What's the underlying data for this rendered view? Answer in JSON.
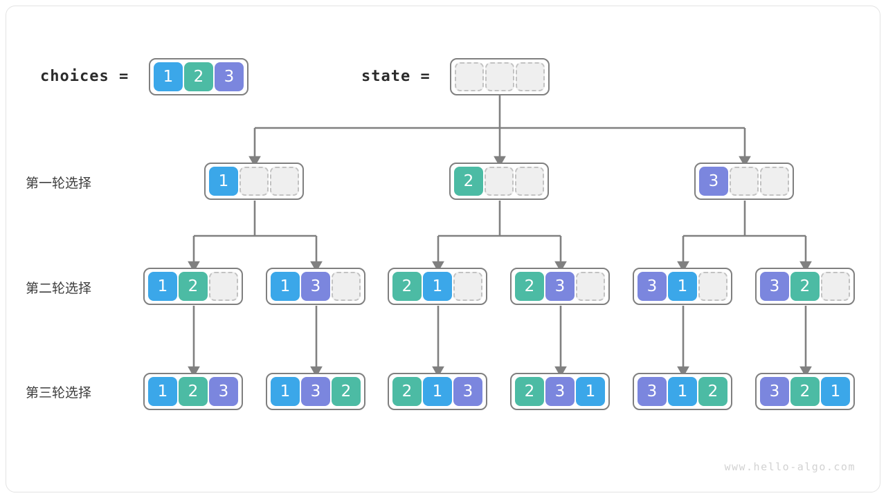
{
  "title": "permutations backtracking tree",
  "colors": {
    "value_1": "#3ba7e9",
    "value_2": "#4cbba4",
    "value_3": "#7b86de",
    "empty_cell": "#efefef",
    "empty_border": "#c2c2c2",
    "box_border": "#7f7f7f",
    "connector": "#808080",
    "frame": "#e3e3e3",
    "text": "#3d3d3d",
    "watermark": "#d2d2d2"
  },
  "header": {
    "choices_label": "choices =",
    "choices_values": [
      "1",
      "2",
      "3"
    ],
    "state_label": "state =",
    "state_values": [
      "",
      "",
      ""
    ]
  },
  "rows": [
    {
      "label": "第一轮选择",
      "nodes": [
        {
          "values": [
            "1",
            "",
            ""
          ]
        },
        {
          "values": [
            "2",
            "",
            ""
          ]
        },
        {
          "values": [
            "3",
            "",
            ""
          ]
        }
      ]
    },
    {
      "label": "第二轮选择",
      "nodes": [
        {
          "values": [
            "1",
            "2",
            ""
          ]
        },
        {
          "values": [
            "1",
            "3",
            ""
          ]
        },
        {
          "values": [
            "2",
            "1",
            ""
          ]
        },
        {
          "values": [
            "2",
            "3",
            ""
          ]
        },
        {
          "values": [
            "3",
            "1",
            ""
          ]
        },
        {
          "values": [
            "3",
            "2",
            ""
          ]
        }
      ]
    },
    {
      "label": "第三轮选择",
      "nodes": [
        {
          "values": [
            "1",
            "2",
            "3"
          ]
        },
        {
          "values": [
            "1",
            "3",
            "2"
          ]
        },
        {
          "values": [
            "2",
            "1",
            "3"
          ]
        },
        {
          "values": [
            "2",
            "3",
            "1"
          ]
        },
        {
          "values": [
            "3",
            "1",
            "2"
          ]
        },
        {
          "values": [
            "3",
            "2",
            "1"
          ]
        }
      ]
    }
  ],
  "watermark": "www.hello-algo.com"
}
